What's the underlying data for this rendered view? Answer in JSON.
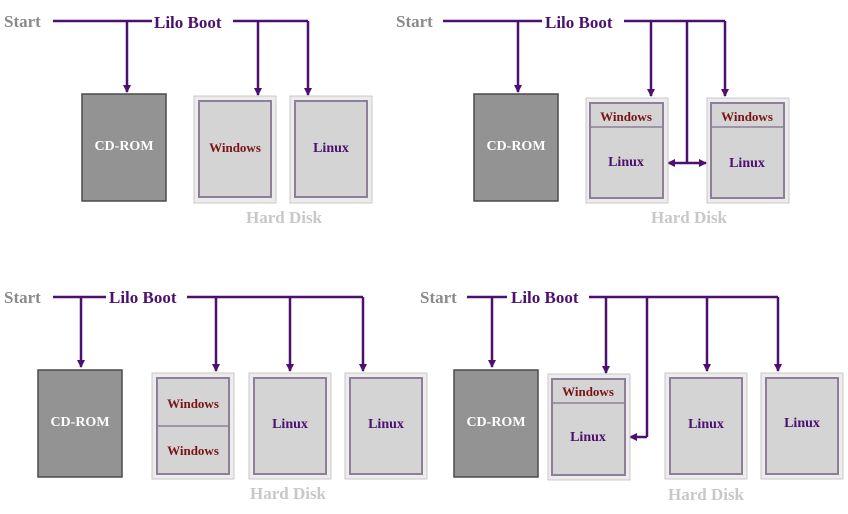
{
  "colors": {
    "wire": "#4b1070",
    "cdrom_fill": "#939393",
    "disk_fill": "#d4d4d4",
    "start_text": "#8a8a8a",
    "windows_text": "#7a1414",
    "linux_text": "#4b1070",
    "hard_disk_text": "#c8c8c8"
  },
  "panels": [
    {
      "start": "Start",
      "boot": "Lilo Boot",
      "cdrom": "CD-ROM",
      "hard_disk": "Hard Disk",
      "partitions": [
        [
          "Windows"
        ],
        [
          "Linux"
        ]
      ]
    },
    {
      "start": "Start",
      "boot": "Lilo Boot",
      "cdrom": "CD-ROM",
      "hard_disk": "Hard Disk",
      "partitions": [
        [
          "Windows",
          "Linux"
        ],
        [
          "Windows",
          "Linux"
        ]
      ]
    },
    {
      "start": "Start",
      "boot": "Lilo Boot",
      "cdrom": "CD-ROM",
      "hard_disk": "Hard Disk",
      "partitions": [
        [
          "Windows",
          "Windows"
        ],
        [
          "Linux"
        ],
        [
          "Linux"
        ]
      ]
    },
    {
      "start": "Start",
      "boot": "Lilo Boot",
      "cdrom": "CD-ROM",
      "hard_disk": "Hard Disk",
      "partitions": [
        [
          "Windows",
          "Linux"
        ],
        [
          "Linux"
        ],
        [
          "Linux"
        ]
      ]
    }
  ]
}
